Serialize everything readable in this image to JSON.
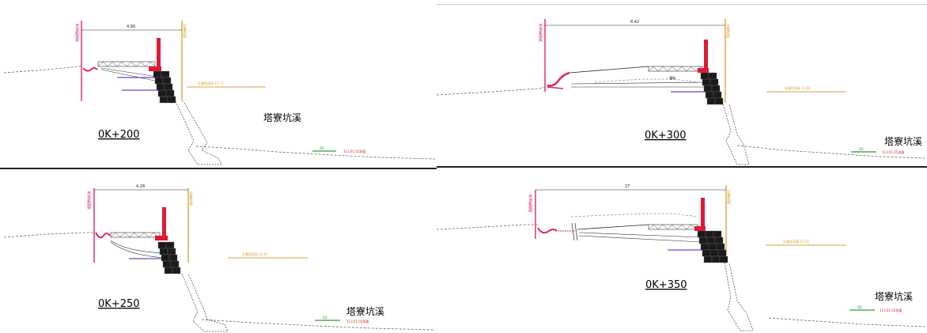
{
  "colors": {
    "design_line": "#e0245e",
    "boundary_line": "#d9a441",
    "water_level": "#2f9e2f",
    "water_text": "#d22b2b",
    "structure_red": "#e01a33",
    "rock": "#1a1a1a",
    "blue_line": "#2a2aa8"
  },
  "panels": [
    {
      "station": "0K+200",
      "creek": "塔寮坑溪",
      "width_dim": "4.90",
      "left_vlabel": "用地範圍線",
      "right_vlabel": "計畫堤線",
      "plan_label": "計畫堤頂高 15.73",
      "water_symbol": "SD",
      "water_text": "113.01.05測量"
    },
    {
      "station": "0K+300",
      "creek": "塔寮坑溪",
      "width_dim": "8.42",
      "left_vlabel": "用地範圍線",
      "right_vlabel": "計畫堤線",
      "plan_label": "計畫堤頂高 15.60",
      "water_symbol": "SD",
      "water_text": "113.01.05測量",
      "extra_label": "護坡"
    },
    {
      "station": "0K+250",
      "creek": "塔寮坑溪",
      "width_dim": "4.28",
      "left_vlabel": "用地範圍線",
      "right_vlabel": "計畫堤線",
      "plan_label": "計畫堤頂高 15.67",
      "water_symbol": "SD",
      "water_text": "113.01.05測量"
    },
    {
      "station": "0K+350",
      "creek": "塔寮坑溪",
      "width_dim": "27",
      "left_vlabel": "用地範圍線",
      "right_vlabel": "計畫堤線",
      "plan_label": "計畫堤頂高 15.53",
      "water_symbol": "SD",
      "water_text": "113.01.05測量"
    }
  ]
}
